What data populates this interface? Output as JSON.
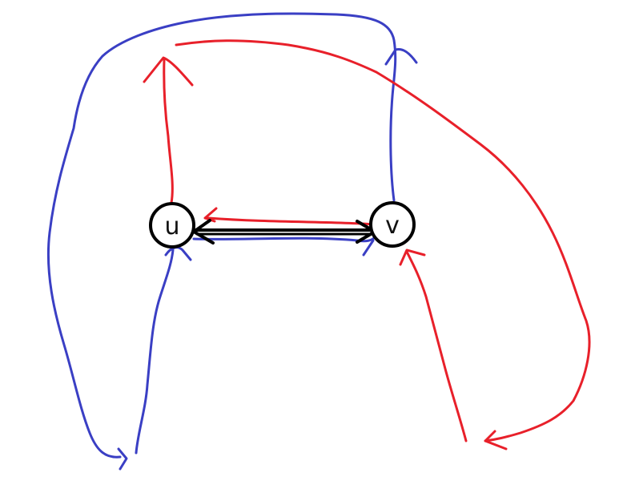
{
  "nodes": [
    {
      "id": "u",
      "label": "u"
    },
    {
      "id": "v",
      "label": "v"
    }
  ],
  "colors": {
    "node_stroke": "#000000",
    "red_edges": "#e8202a",
    "blue_edges": "#3a3fc4",
    "black_edge": "#000000"
  }
}
